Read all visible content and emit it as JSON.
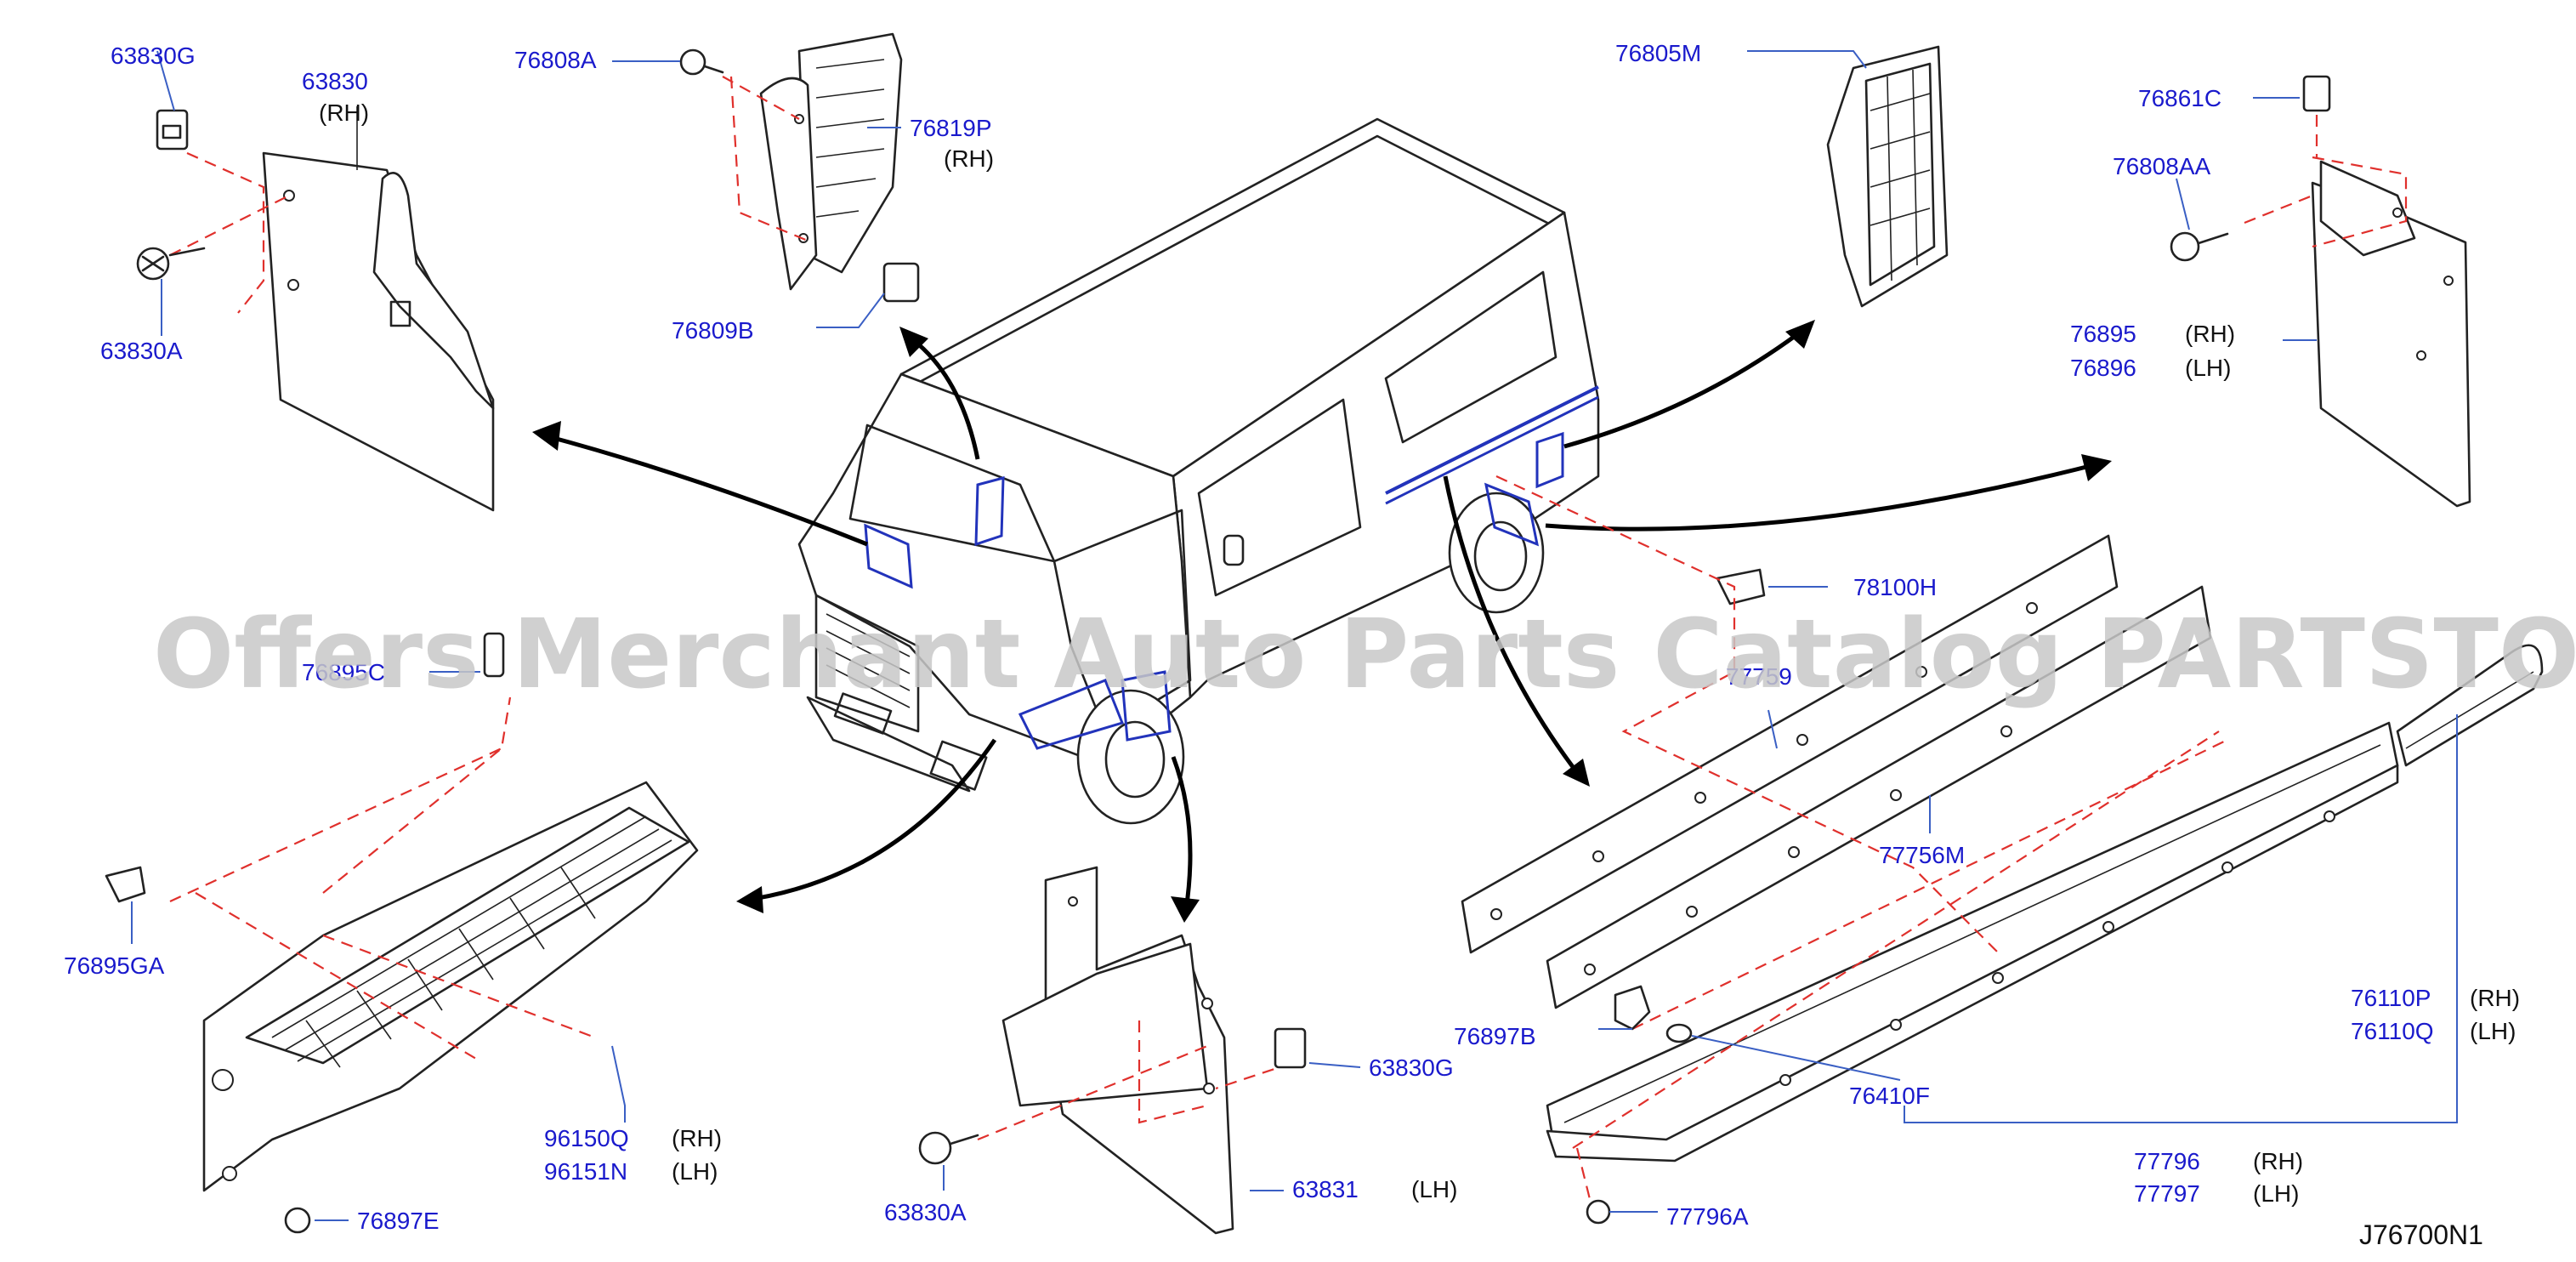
{
  "watermark": "Offers Merchant Auto Parts Catalog PARTSTORE.SA",
  "diagram_code": "J76700N1",
  "labels": {
    "p63830G": "63830G",
    "p63830": "63830",
    "p63830_side": "(RH)",
    "p63830A_top": "63830A",
    "p76808A": "76808A",
    "p76819P": "76819P",
    "p76819P_side": "(RH)",
    "p76809B": "76809B",
    "p76805M": "76805M",
    "p76861C": "76861C",
    "p76808AA": "76808AA",
    "p76895": "76895",
    "p76895_side": "(RH)",
    "p76896": "76896",
    "p76896_side": "(LH)",
    "p78100H": "78100H",
    "p77759": "77759",
    "p76895C": "76895C",
    "p77756M": "77756M",
    "p76895GA": "76895GA",
    "p96150Q": "96150Q",
    "p96150Q_side": "(RH)",
    "p96151N": "96151N",
    "p96151N_side": "(LH)",
    "p76897E": "76897E",
    "p63830G_bottom": "63830G",
    "p63830A_bottom": "63830A",
    "p63831": "63831",
    "p63831_side": "(LH)",
    "p76897B": "76897B",
    "p76410F": "76410F",
    "p76110P": "76110P",
    "p76110P_side": "(RH)",
    "p76110Q": "76110Q",
    "p76110Q_side": "(LH)",
    "p77796": "77796",
    "p77796_side": "(RH)",
    "p77797": "77797",
    "p77797_side": "(LH)",
    "p77796A": "77796A"
  }
}
